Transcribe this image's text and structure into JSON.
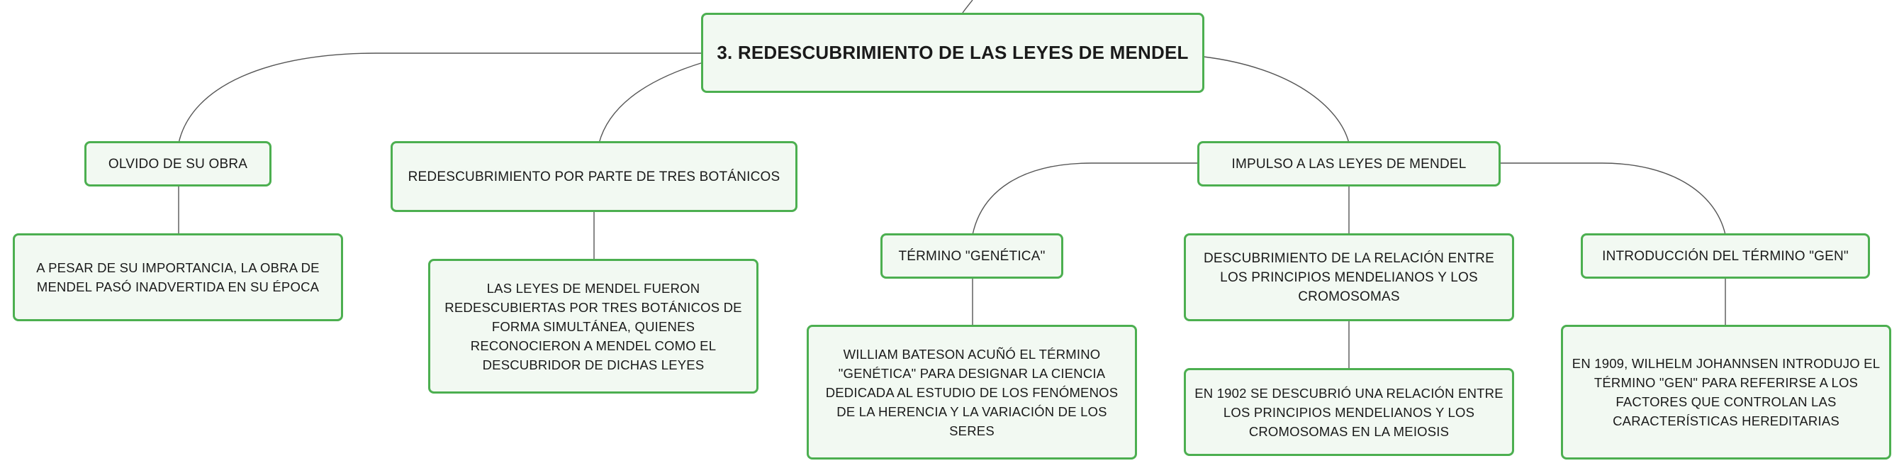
{
  "diagram": {
    "root": {
      "label": "3. REDESCUBRIMIENTO DE LAS LEYES DE MENDEL"
    },
    "branches": [
      {
        "id": "olvido",
        "label": "OLVIDO DE SU OBRA",
        "detail": "A PESAR DE SU IMPORTANCIA, LA OBRA DE MENDEL PASÓ INADVERTIDA EN SU ÉPOCA"
      },
      {
        "id": "redescubrimiento",
        "label": "REDESCUBRIMIENTO POR PARTE DE TRES BOTÁNICOS",
        "detail": "LAS LEYES DE MENDEL FUERON REDESCUBIERTAS POR TRES BOTÁNICOS DE FORMA SIMULTÁNEA, QUIENES RECONOCIERON A MENDEL COMO EL DESCUBRIDOR DE DICHAS LEYES"
      },
      {
        "id": "impulso",
        "label": "IMPULSO A LAS LEYES DE MENDEL",
        "children": [
          {
            "id": "genetica",
            "label": "TÉRMINO \"GENÉTICA\"",
            "detail": "WILLIAM BATESON ACUÑÓ EL TÉRMINO \"GENÉTICA\" PARA DESIGNAR LA CIENCIA DEDICADA AL ESTUDIO DE LOS FENÓMENOS DE LA HERENCIA Y LA VARIACIÓN DE LOS SERES"
          },
          {
            "id": "relacion",
            "label": "DESCUBRIMIENTO DE LA RELACIÓN ENTRE LOS PRINCIPIOS MENDELIANOS Y LOS CROMOSOMAS",
            "detail": "EN 1902 SE DESCUBRIÓ UNA RELACIÓN ENTRE LOS PRINCIPIOS MENDELIANOS Y LOS CROMOSOMAS EN LA MEIOSIS"
          },
          {
            "id": "gen",
            "label": "INTRODUCCIÓN DEL TÉRMINO \"GEN\"",
            "detail": "EN 1909, WILHELM JOHANNSEN INTRODUJO EL TÉRMINO \"GEN\" PARA REFERIRSE A LOS FACTORES QUE CONTROLAN LAS CARACTERÍSTICAS HEREDITARIAS"
          }
        ]
      }
    ]
  },
  "colors": {
    "border": "#4caf50",
    "fill": "#f2f9f2",
    "line": "#555555"
  }
}
